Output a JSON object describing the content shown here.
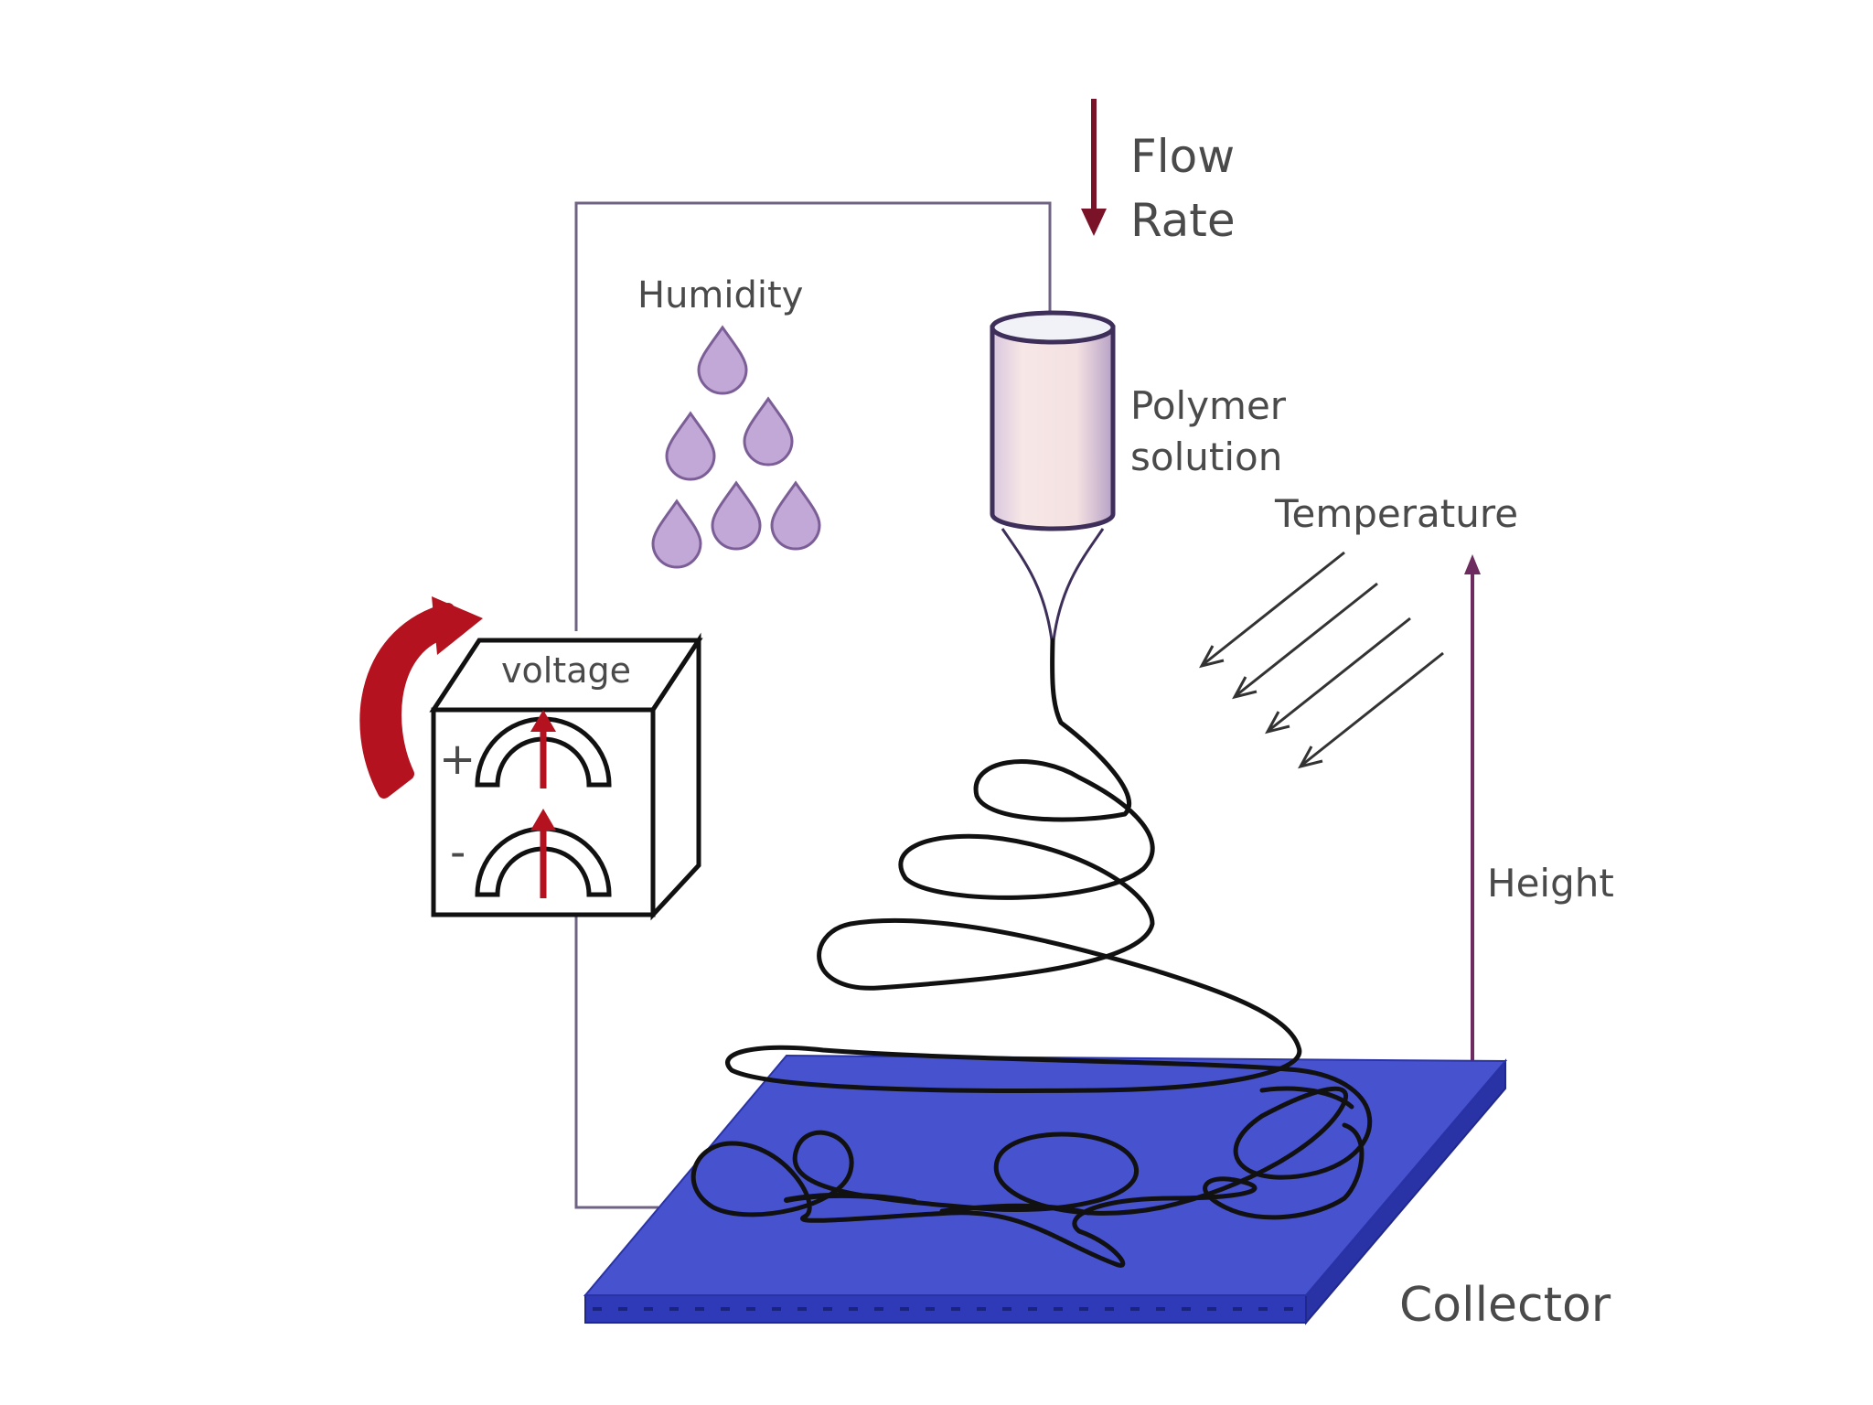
{
  "labels": {
    "flow_rate_line1": "Flow",
    "flow_rate_line2": "Rate",
    "humidity": "Humidity",
    "polymer_line1": "Polymer",
    "polymer_line2": "solution",
    "temperature": "Temperature",
    "voltage": "voltage",
    "plus": "+",
    "minus": "-",
    "height": "Height",
    "collector": "Collector"
  },
  "colors": {
    "arrow_red": "#7a1328",
    "voltage_arrow": "#b3121e",
    "circuit_wire": "#6f6383",
    "droplet_fill": "#c2a8d6",
    "droplet_stroke": "#7c5e97",
    "syringe_fill": "#f6e4e4",
    "syringe_stroke": "#3d2f5a",
    "height_line": "#6e2b5f",
    "collector_top": "#4752cf",
    "collector_side": "#2f3ab8",
    "fiber": "#111111",
    "label_text": "#4a4a4a"
  }
}
